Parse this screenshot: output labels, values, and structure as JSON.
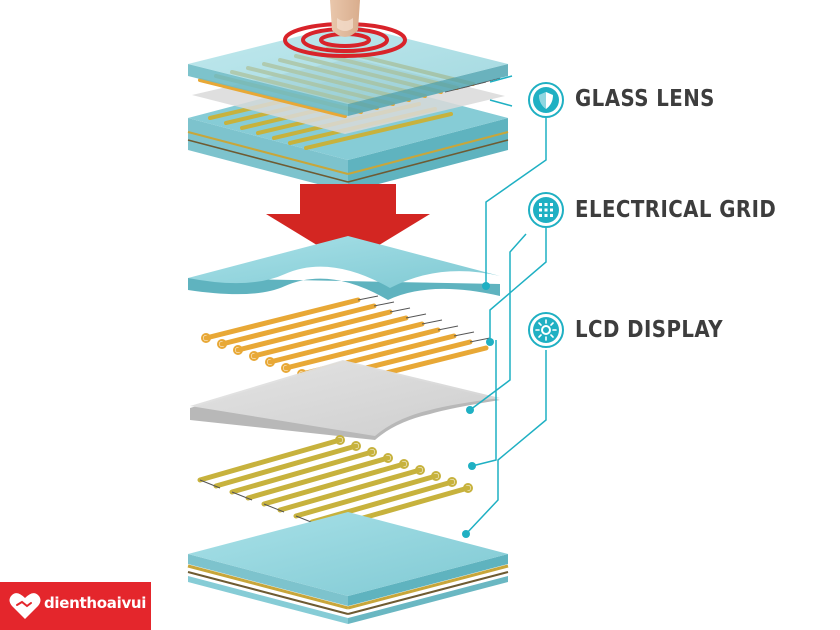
{
  "labels": [
    {
      "text": "GLASS LENS",
      "icon": "shield-icon"
    },
    {
      "text": "ELECTRICAL GRID",
      "icon": "grid-icon"
    },
    {
      "text": "LCD DISPLAY",
      "icon": "sun-icon"
    }
  ],
  "logo": {
    "text": "dienthoaivui",
    "icon": "handshake-heart-icon"
  },
  "colors": {
    "glass": "#8fd3dc",
    "glass_side": "#5fb3bf",
    "gold": "#e8a836",
    "olive": "#c7b23d",
    "gray_film": "#d9d9d9",
    "arrow": "#d32622",
    "accent": "#1fb0c3",
    "touch_ring": "#d8232a",
    "brand": "#e4262c"
  }
}
